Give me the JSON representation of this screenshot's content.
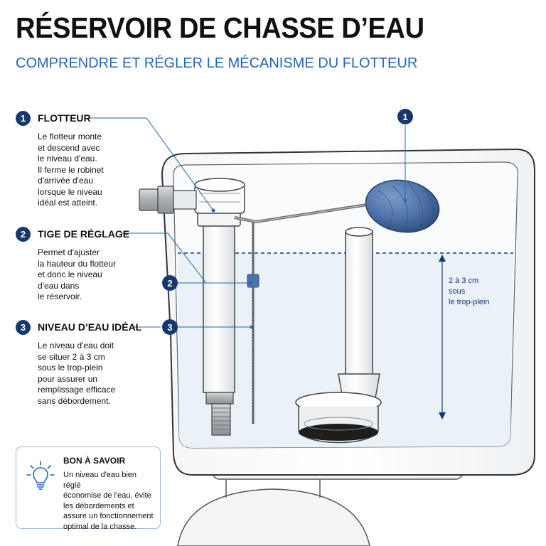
{
  "title": "RÉSERVOIR DE CHASSE D’EAU",
  "subtitle": "COMPRENDRE ET RÉGLER LE MÉCANISME DU FLOTTEUR",
  "callouts": [
    {
      "number": "1",
      "label": "FLOTTEUR",
      "lines": [
        "Le flotteur monte",
        "et descend avec",
        "le niveau d'eau.",
        "Il ferme le robinet",
        "d'arrivée d'eau",
        "lorsque le niveau",
        "idéal est atteint."
      ]
    },
    {
      "number": "2",
      "label": "TIGE DE RÉGLAGE",
      "lines": [
        "Permet d'ajuster",
        "la hauteur du flotteur",
        "et donc le niveau",
        "d'eau dans",
        "le réservoir."
      ]
    },
    {
      "number": "3",
      "label": "NIVEAU D’EAU IDÉAL",
      "lines": [
        "Le niveau d'eau doit",
        "se situer 2 à 3 cm",
        "sous le trop-plein",
        "pour assurer un",
        "remplissage efficace",
        "sans débordement."
      ]
    }
  ],
  "markers": [
    "1",
    "2",
    "3"
  ],
  "measure_lines": [
    "2 à 3 cm",
    "sous",
    "le trop-plein"
  ],
  "tip": {
    "title": "BON À SAVOIR",
    "lines": [
      "Un niveau d'eau bien réglé",
      "économise de l'eau, évite",
      "les débordements et",
      "assure un fonctionnement",
      "optimal de la chasse."
    ]
  },
  "colors": {
    "accent_blue": "#2466b3",
    "badge_navy": "#17386e",
    "water": "#e9f0f7",
    "float": "#4f73a8"
  },
  "icons": [
    "lightbulb-icon"
  ]
}
